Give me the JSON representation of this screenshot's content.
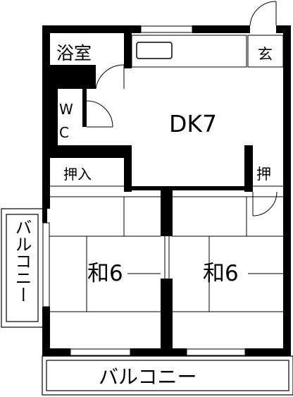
{
  "rooms": {
    "bath": "浴室",
    "toilet_top": "W",
    "toilet_bottom": "C",
    "entrance": "玄",
    "dk": "DK7",
    "closet_left": "押入",
    "closet_right": "押",
    "washitsu_left": "和6",
    "washitsu_right": "和6",
    "balcony_side": "バルコニー",
    "balcony_bottom": "バルコニー"
  }
}
